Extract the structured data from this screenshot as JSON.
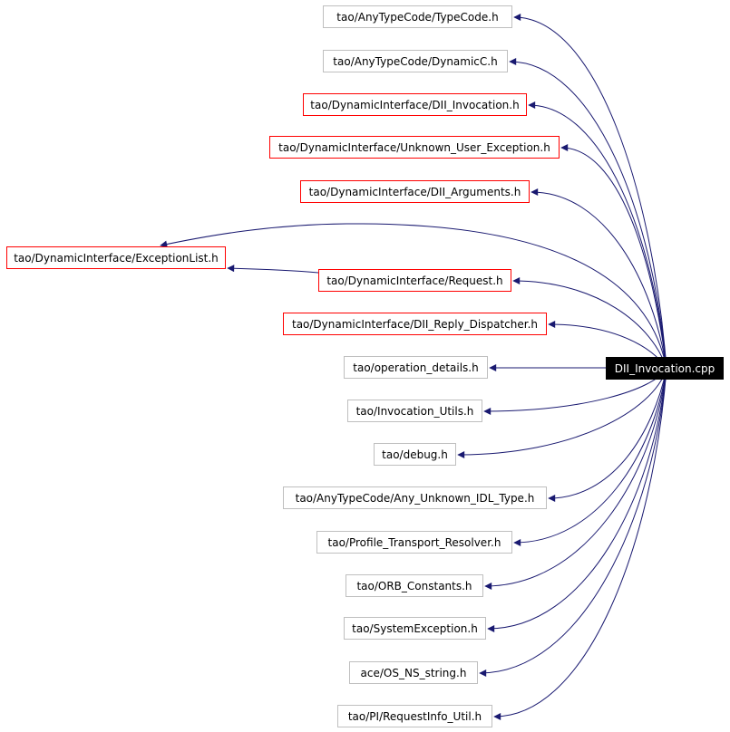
{
  "colors": {
    "edge": "#191970",
    "documented_border": "#ff0000",
    "undocumented_border": "#bfbfbf",
    "root_fill": "#000000",
    "root_text": "#ffffff"
  },
  "root": {
    "label": "DII_Invocation.cpp"
  },
  "includes": [
    {
      "label": "tao/AnyTypeCode/TypeCode.h",
      "style": "gray"
    },
    {
      "label": "tao/AnyTypeCode/DynamicC.h",
      "style": "gray"
    },
    {
      "label": "tao/DynamicInterface/DII_Invocation.h",
      "style": "red"
    },
    {
      "label": "tao/DynamicInterface/Unknown_User_Exception.h",
      "style": "red"
    },
    {
      "label": "tao/DynamicInterface/DII_Arguments.h",
      "style": "red"
    },
    {
      "label": "tao/DynamicInterface/ExceptionList.h",
      "style": "red"
    },
    {
      "label": "tao/DynamicInterface/Request.h",
      "style": "red"
    },
    {
      "label": "tao/DynamicInterface/DII_Reply_Dispatcher.h",
      "style": "red"
    },
    {
      "label": "tao/operation_details.h",
      "style": "gray"
    },
    {
      "label": "tao/Invocation_Utils.h",
      "style": "gray"
    },
    {
      "label": "tao/debug.h",
      "style": "gray"
    },
    {
      "label": "tao/AnyTypeCode/Any_Unknown_IDL_Type.h",
      "style": "gray"
    },
    {
      "label": "tao/Profile_Transport_Resolver.h",
      "style": "gray"
    },
    {
      "label": "tao/ORB_Constants.h",
      "style": "gray"
    },
    {
      "label": "tao/SystemException.h",
      "style": "gray"
    },
    {
      "label": "ace/OS_NS_string.h",
      "style": "gray"
    },
    {
      "label": "tao/PI/RequestInfo_Util.h",
      "style": "gray"
    }
  ],
  "edges": [
    {
      "from": "root",
      "to": 0
    },
    {
      "from": "root",
      "to": 1
    },
    {
      "from": "root",
      "to": 2
    },
    {
      "from": "root",
      "to": 3
    },
    {
      "from": "root",
      "to": 4
    },
    {
      "from": "root",
      "to": 5
    },
    {
      "from": "root",
      "to": 6
    },
    {
      "from": "root",
      "to": 7
    },
    {
      "from": "root",
      "to": 8
    },
    {
      "from": "root",
      "to": 9
    },
    {
      "from": "root",
      "to": 10
    },
    {
      "from": "root",
      "to": 11
    },
    {
      "from": "root",
      "to": 12
    },
    {
      "from": "root",
      "to": 13
    },
    {
      "from": "root",
      "to": 14
    },
    {
      "from": "root",
      "to": 15
    },
    {
      "from": "root",
      "to": 16
    },
    {
      "from": 6,
      "to": 5
    }
  ]
}
